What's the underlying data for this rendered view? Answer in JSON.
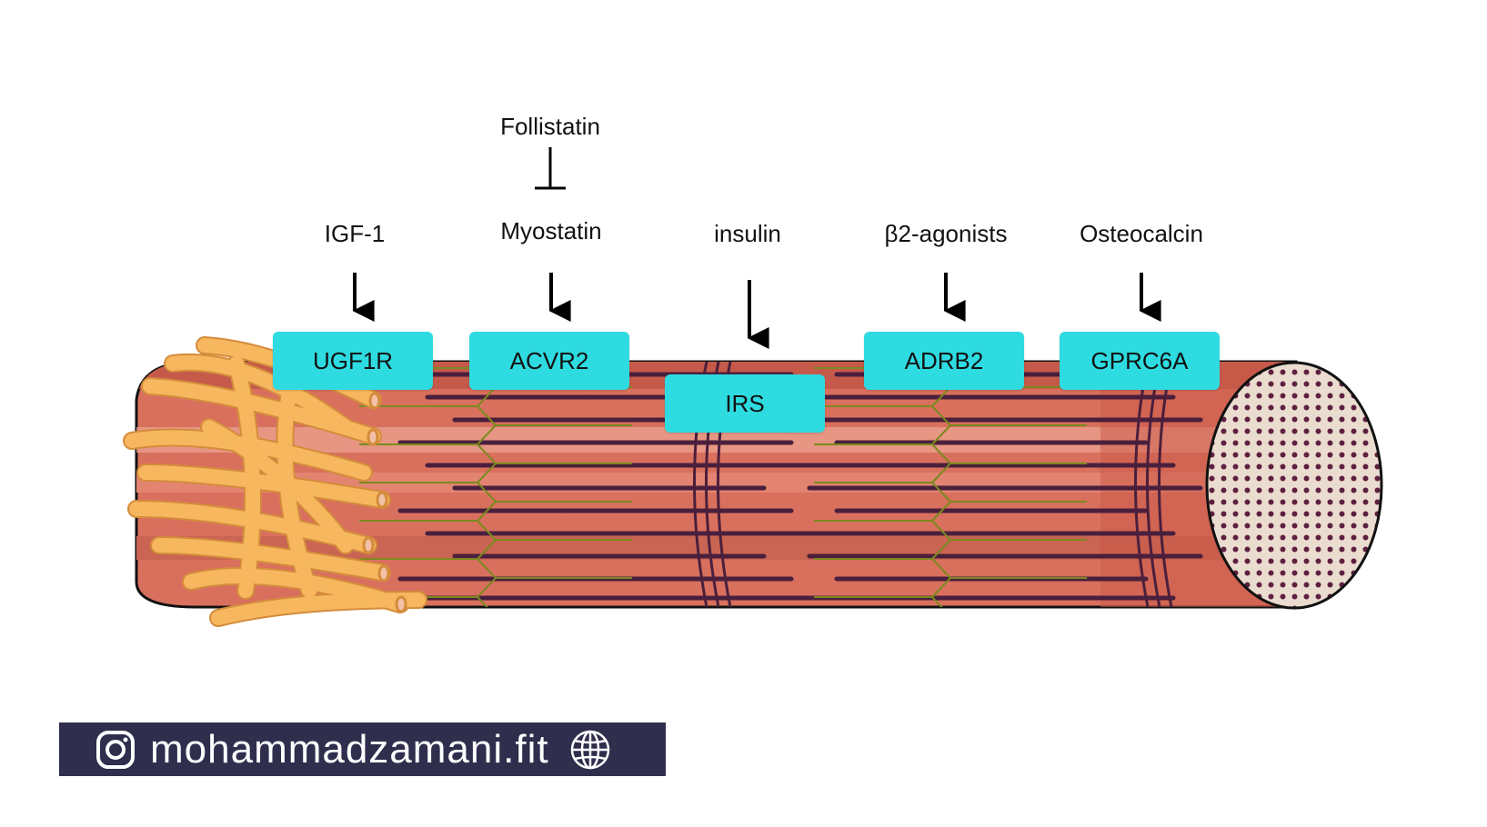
{
  "ligands": {
    "follistatin": "Follistatin",
    "igf1": "IGF-1",
    "myostatin": "Myostatin",
    "insulin": "insulin",
    "beta2": "β2-agonists",
    "osteocalcin": "Osteocalcin"
  },
  "receptors": {
    "ugf1r": "UGF1R",
    "acvr2": "ACVR2",
    "irs": "IRS",
    "adrb2": "ADRB2",
    "gprc6a": "GPRC6A"
  },
  "banner": {
    "handle": "mohammadzamani.fit",
    "icons": [
      "instagram-icon",
      "globe-icon"
    ]
  },
  "colors": {
    "receptor_box": "#2edbe1",
    "banner_bg": "#2f2e4d",
    "fiber": "#d9705e",
    "fiber_stripe": "#4a1f3c",
    "nerve": "#f6b75e",
    "fiber_end": "#eadccf"
  }
}
